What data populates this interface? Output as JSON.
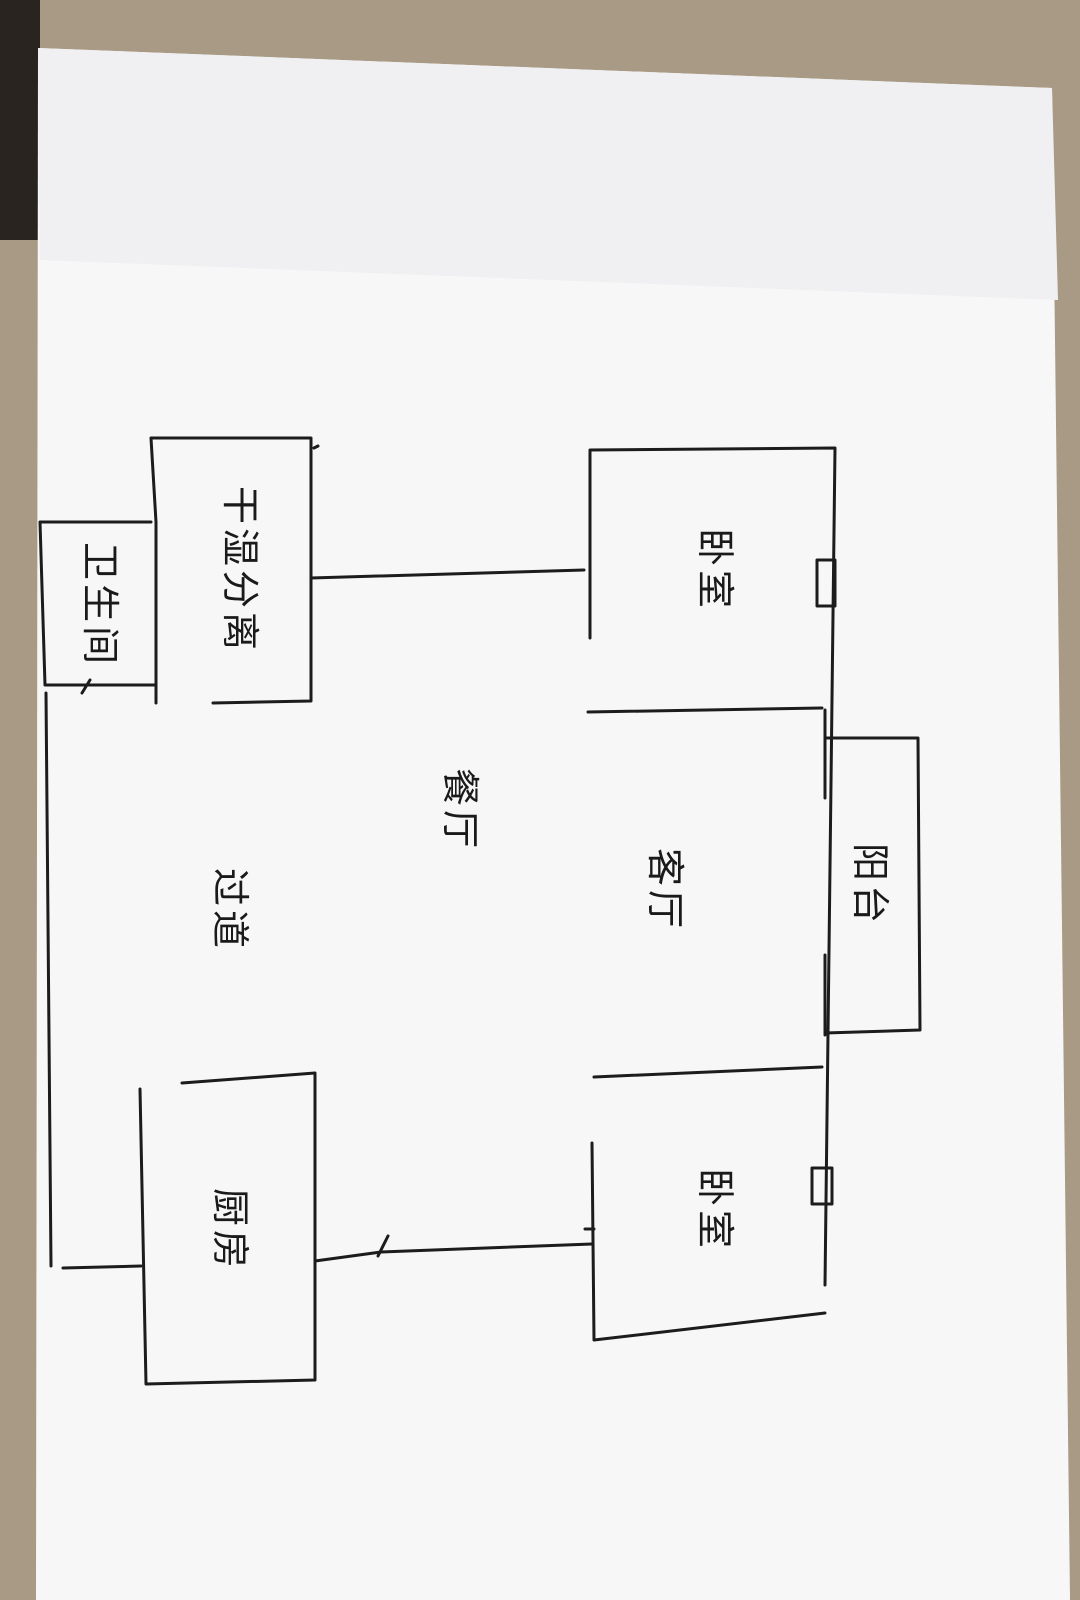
{
  "rooms": {
    "bedroom_top": "卧室",
    "bedroom_bottom": "卧室",
    "living_room": "客厅",
    "dining_room": "餐厅",
    "balcony": "阳台",
    "utility": "干湿分离",
    "bathroom": "卫生间",
    "corridor": "过道",
    "kitchen": "厨房"
  },
  "colors": {
    "paper": "#fbfbfb",
    "ink": "#1c1c1c",
    "desk": "#a89a86"
  }
}
